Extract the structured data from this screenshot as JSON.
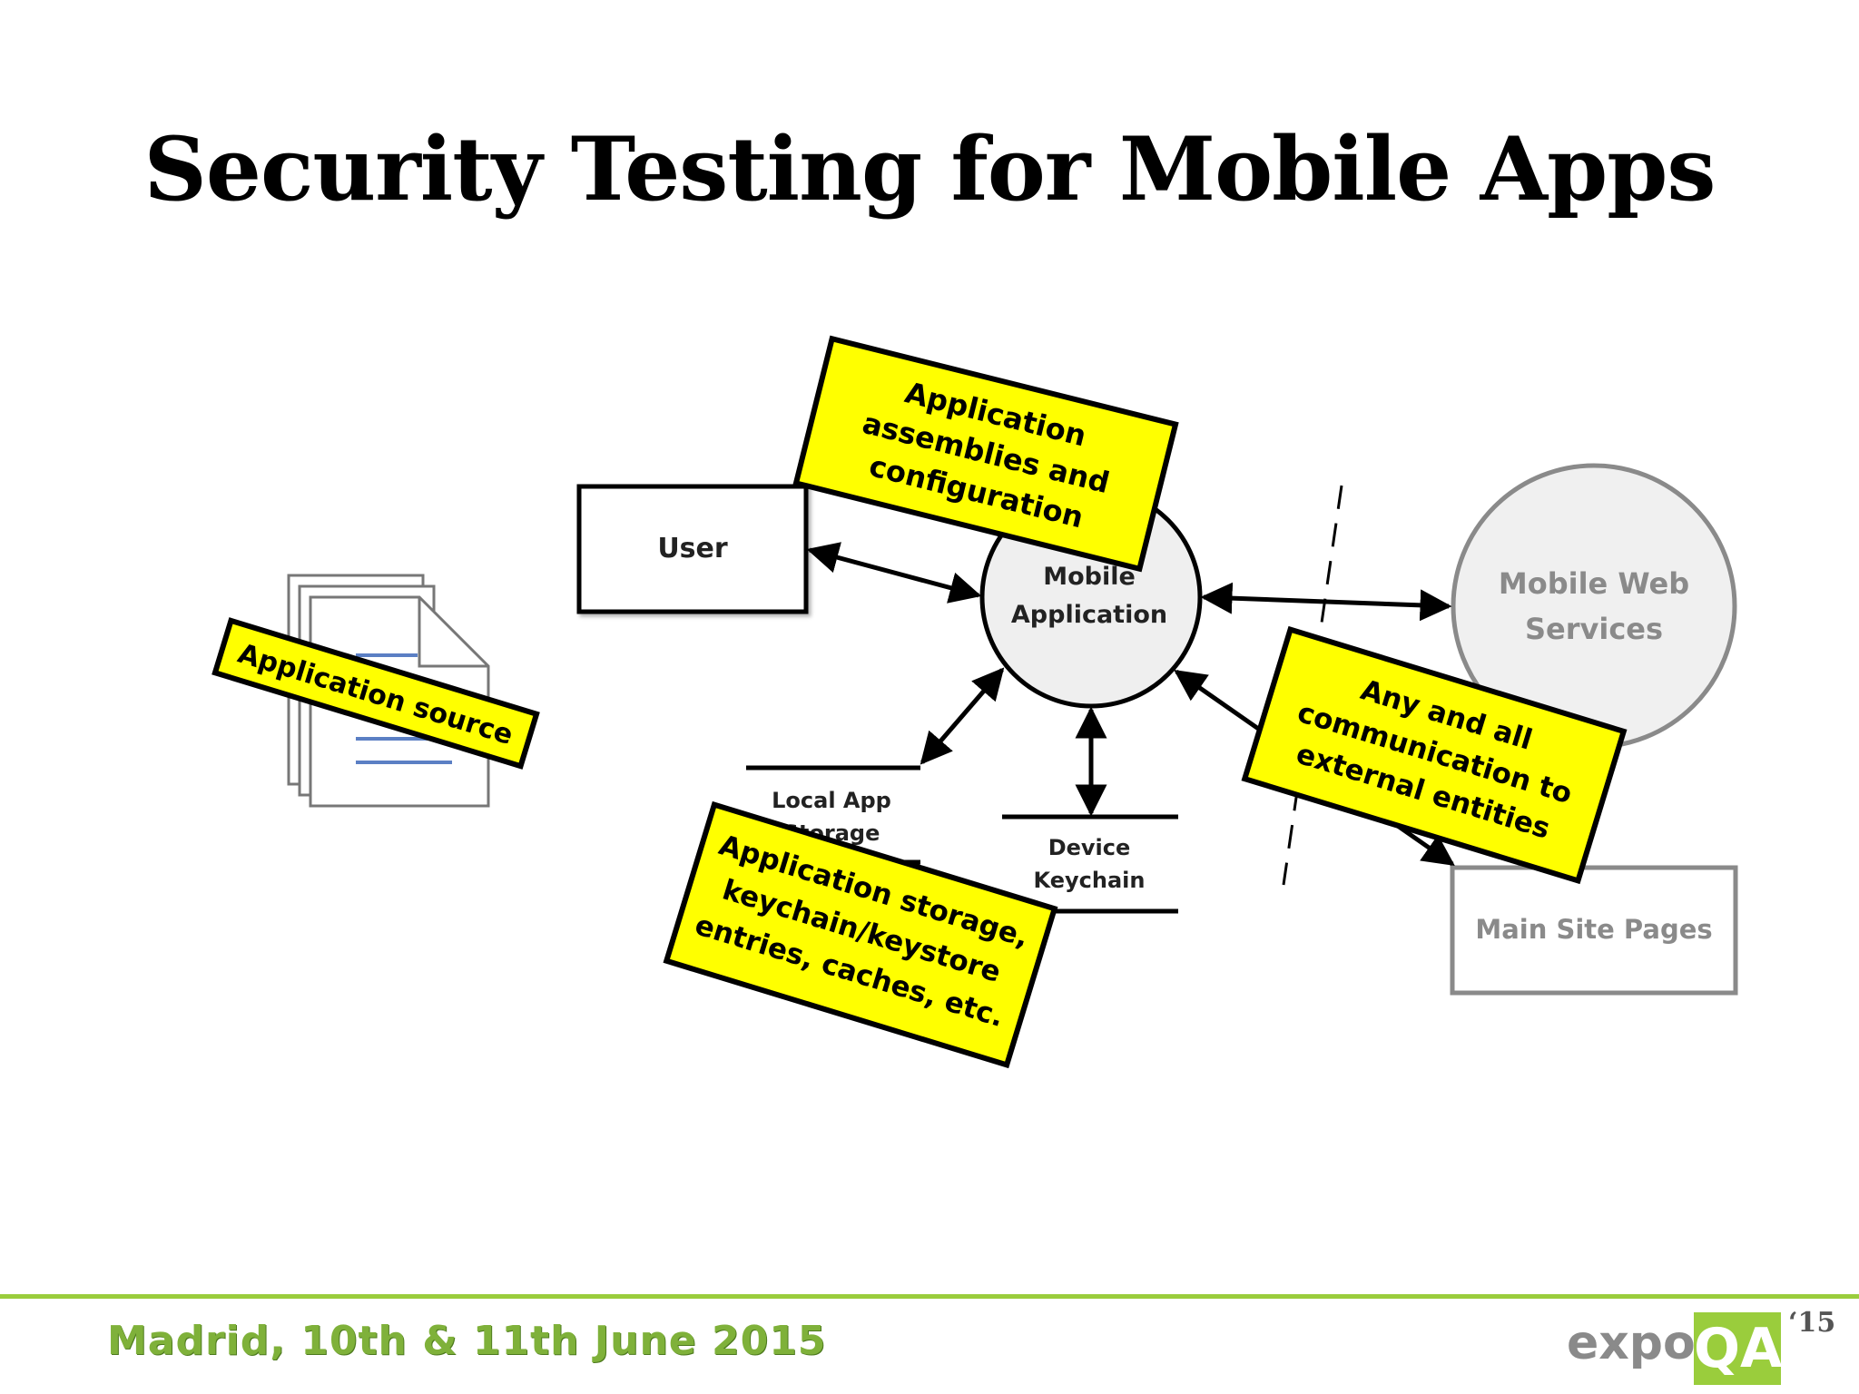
{
  "slide": {
    "title": "Security Testing for Mobile Apps"
  },
  "diagram": {
    "nodes": {
      "user": "User",
      "mobile_app": [
        "Mobile",
        "Application"
      ],
      "web_services": [
        "Mobile Web",
        "Services"
      ],
      "main_site": "Main Site Pages",
      "local_storage": [
        "Local App",
        "Storage"
      ],
      "device_keychain": [
        "Device",
        "Keychain"
      ]
    },
    "callouts": {
      "assemblies": [
        "Application",
        "assemblies and",
        "configuration"
      ],
      "source": [
        "Application source"
      ],
      "storage": [
        "Application storage,",
        "keychain/keystore",
        "entries, caches, etc."
      ],
      "communication": [
        "Any and all",
        "communication to",
        "external entities"
      ]
    },
    "colors": {
      "callout_fill": "#ffff00",
      "node_stroke": "#000000",
      "external_stroke": "#8a8a8a",
      "external_text": "#8a8a8a",
      "circle_fill": "#efefef",
      "doc_lines": "#5b7fc4"
    }
  },
  "footer": {
    "event": "Madrid, 10th & 11th June 2015",
    "logo_expo": "expo",
    "logo_qa": "QA",
    "logo_year": "‘15"
  }
}
